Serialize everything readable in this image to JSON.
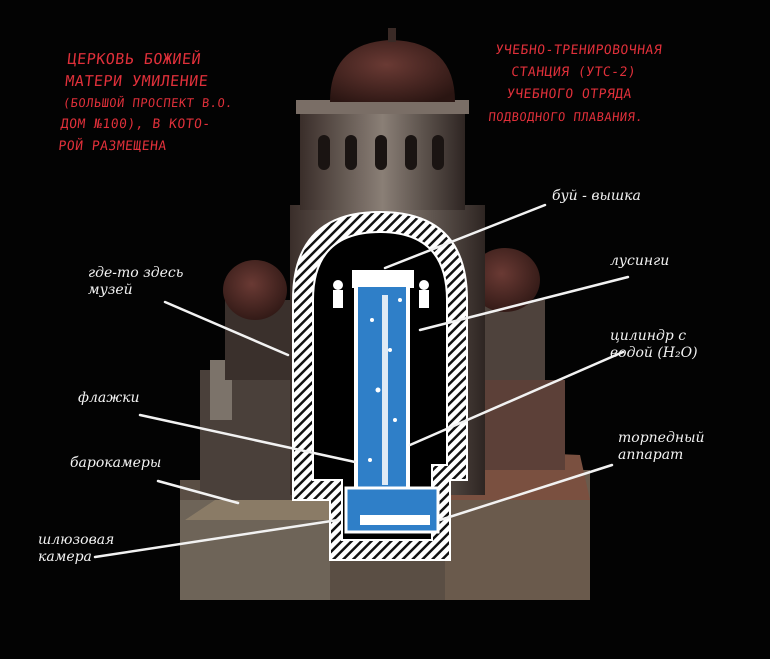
{
  "title_left": [
    "ЦЕРКОВЬ БОЖИЕЙ",
    "МАТЕРИ УМИЛЕНИЕ",
    "(БОЛЬШОЙ ПРОСПЕКТ В.О.",
    "ДОМ №100), В КОТО-",
    "РОЙ РАЗМЕЩЕНА"
  ],
  "title_right": [
    "УЧЕБНО-ТРЕНИРОВОЧНАЯ",
    "СТАНЦИЯ (УТС-2)",
    "УЧЕБНОГО ОТРЯДА",
    "ПОДВОДНОГО ПЛАВАНИЯ."
  ],
  "labels": {
    "buoy": "буй - вышка",
    "lusingi": "лусинги",
    "cylinder": "цилиндр с\nводой (H₂O)",
    "torpedo": "торпедный\nаппарат",
    "museum": "где-то здесь\nмузей",
    "flags": "флажки",
    "barochambers": "барокамеры",
    "airlock": "шлюзовая\nкамера"
  },
  "colors": {
    "annotation_red": "#e0303a",
    "water_blue": "#2f7fc8",
    "chalk_white": "#f2f2f2"
  }
}
